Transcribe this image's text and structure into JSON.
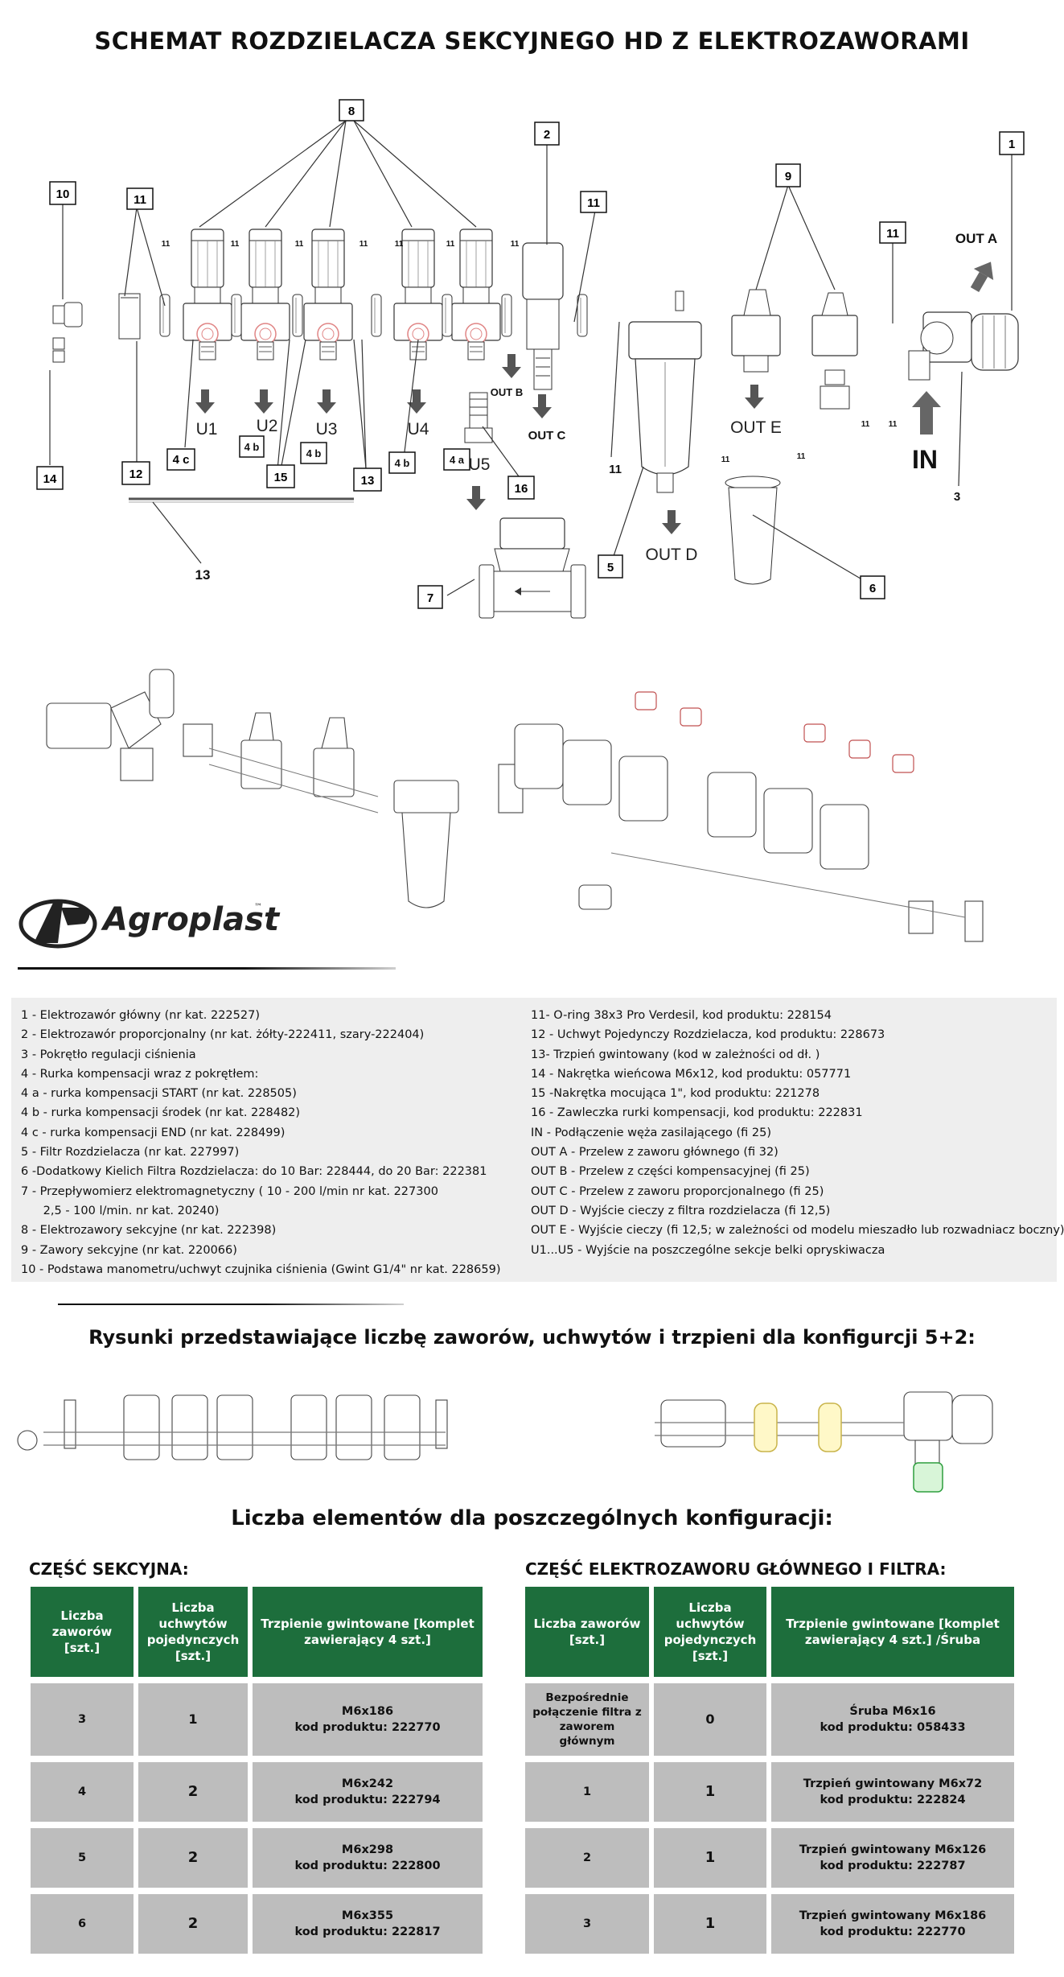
{
  "title": "SCHEMAT ROZDZIELACZA  SEKCYJNEGO HD  Z ELEKTROZAWORAMI",
  "diagram": {
    "callouts": [
      "8",
      "2",
      "1",
      "10",
      "11",
      "11",
      "9",
      "11",
      "11",
      "OUT A",
      "IN",
      "3",
      "14",
      "12",
      "4 c",
      "4 b",
      "15",
      "4 b",
      "13",
      "4 b",
      "4 a",
      "16",
      "11",
      "5",
      "6",
      "7",
      "13",
      "11",
      "11",
      "11",
      "11"
    ],
    "ports": {
      "u1": "U1",
      "u2": "U2",
      "u3": "U3",
      "u4": "U4",
      "u5": "U5",
      "out_a": "OUT A",
      "out_b": "OUT B",
      "out_c": "OUT C",
      "out_d": "OUT D",
      "out_e": "OUT E",
      "in": "IN"
    },
    "small_labels": [
      "11",
      "11",
      "11",
      "11",
      "11",
      "11",
      "11"
    ]
  },
  "logo": {
    "brand": "Agroplast",
    "tm": "™"
  },
  "legend": {
    "left": [
      "1 - Elektrozawór główny (nr kat. 222527)",
      "2 - Elektrozawór proporcjonalny (nr kat. żółty-222411, szary-222404)",
      "3 - Pokrętło regulacji ciśnienia",
      "4 - Rurka kompensacji wraz z pokrętłem:",
      "4 a - rurka kompensacji START (nr kat. 228505)",
      "4 b - rurka kompensacji środek (nr kat. 228482)",
      "4 c - rurka kompensacji  END (nr kat. 228499)",
      "5 - Filtr Rozdzielacza (nr kat. 227997)",
      "6 -Dodatkowy Kielich Filtra Rozdzielacza: do 10 Bar: 228444, do 20 Bar: 222381",
      "7 - Przepływomierz elektromagnetyczny ( 10 - 200 l/min nr kat. 227300",
      "      2,5 - 100 l/min. nr kat. 20240)",
      "8 - Elektrozawory sekcyjne (nr kat. 222398)",
      "9 - Zawory sekcyjne (nr kat. 220066)",
      "10 - Podstawa manometru/uchwyt czujnika ciśnienia (Gwint G1/4\" nr kat. 228659)"
    ],
    "right": [
      "11- O-ring 38x3 Pro Verdesil, kod produktu: 228154",
      "12 - Uchwyt Pojedynczy Rozdzielacza, kod produktu: 228673",
      "13- Trzpień gwintowany (kod w zależności od dł. )",
      "14 - Nakrętka wieńcowa M6x12, kod produktu: 057771",
      "15 -Nakrętka mocująca 1\", kod produktu: 221278",
      "16 - Zawleczka rurki kompensacji, kod produktu: 222831",
      "IN - Podłączenie węża zasilającego (fi 25)",
      "OUT A - Przelew z zaworu głównego (fi 32)",
      "OUT B - Przelew z części kompensacyjnej (fi 25)",
      "OUT C - Przelew z zaworu proporcjonalnego (fi 25)",
      "OUT D - Wyjście cieczy z filtra rozdzielacza  (fi 12,5)",
      "OUT E - Wyjście cieczy (fi 12,5; w zależności od modelu mieszadło lub rozwadniacz boczny)",
      "U1...U5 - Wyjście na poszczególne sekcje belki opryskiwacza"
    ]
  },
  "subtitle_config": "Rysunki przedstawiające liczbę zaworów, uchwytów i trzpieni dla konfigurcji 5+2:",
  "subtitle_counts": "Liczba elementów dla poszczególnych konfiguracji:",
  "table_left": {
    "heading": "CZĘŚĆ SEKCYJNA:",
    "headers": [
      "Liczba zaworów [szt.]",
      "Liczba uchwytów pojedynczych [szt.]",
      "Trzpienie gwintowane [komplet zawierający 4 szt.]"
    ],
    "rows": [
      [
        "3",
        "1",
        "M6x186",
        "kod produktu: 222770"
      ],
      [
        "4",
        "2",
        "M6x242",
        "kod produktu: 222794"
      ],
      [
        "5",
        "2",
        "M6x298",
        "kod produktu: 222800"
      ],
      [
        "6",
        "2",
        "M6x355",
        "kod produktu: 222817"
      ]
    ]
  },
  "table_right": {
    "heading": "CZĘŚĆ ELEKTROZAWORU GŁÓWNEGO I FILTRA:",
    "headers": [
      "Liczba zaworów [szt.]",
      "Liczba uchwytów pojedynczych [szt.]",
      "Trzpienie gwintowane [komplet zawierający 4 szt.] /Śruba"
    ],
    "rows": [
      [
        "Bezpośrednie połączenie filtra z zaworem głównym",
        "0",
        "Śruba M6x16",
        "kod produktu: 058433"
      ],
      [
        "1",
        "1",
        "Trzpień gwintowany M6x72",
        "kod produktu: 222824"
      ],
      [
        "2",
        "1",
        "Trzpień gwintowany M6x126",
        "kod produktu: 222787"
      ],
      [
        "3",
        "1",
        "Trzpień gwintowany M6x186",
        "kod produktu: 222770"
      ]
    ]
  }
}
